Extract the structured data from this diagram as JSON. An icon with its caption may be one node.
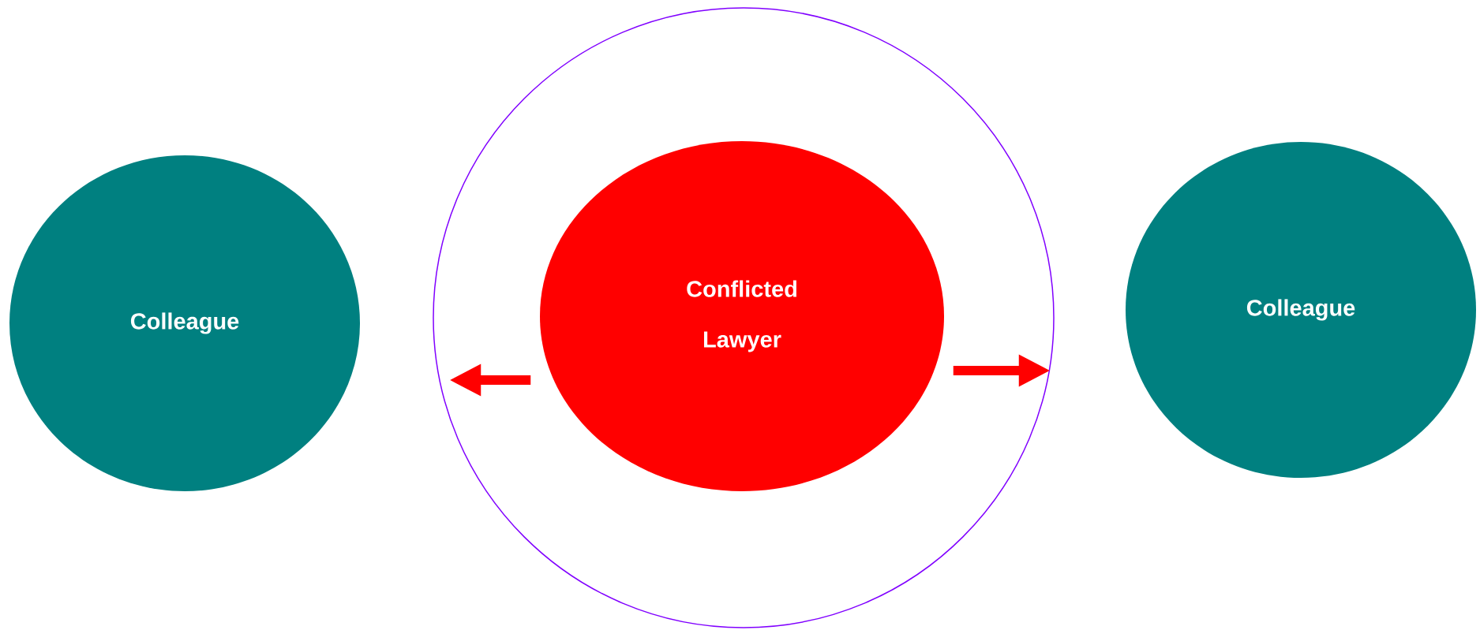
{
  "diagram": {
    "nodes": [
      {
        "text": [
          "Colleague"
        ]
      },
      {
        "text": [],
        "shape": "circle"
      },
      {
        "text": [
          "Conflicted Lawyer"
        ],
        "in": 1
      },
      {
        "text": [
          "Colleague"
        ]
      }
    ],
    "edges": [
      {
        "from": 2,
        "to": 1,
        "arrow": "to"
      },
      {
        "from": 2,
        "to": 1,
        "arrow": "to"
      }
    ]
  }
}
